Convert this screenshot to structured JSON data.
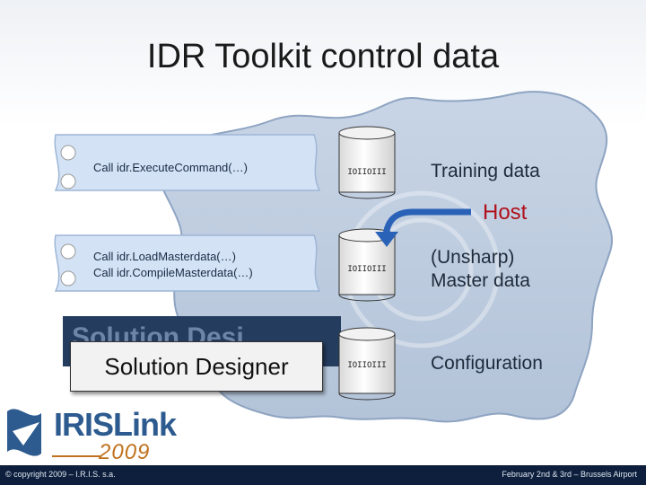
{
  "title": "IDR Toolkit control data",
  "scrolls": [
    {
      "lines": [
        "Call idr.ExecuteCommand(…)"
      ]
    },
    {
      "lines": [
        "Call idr.LoadMasterdata(…)",
        "Call idr.CompileMasterdata(…)"
      ]
    }
  ],
  "databases": [
    {
      "label": "IOIIOIII"
    },
    {
      "label": "IOIIOIII"
    },
    {
      "label": "IOIIOIII"
    }
  ],
  "right_labels": {
    "training": "Training data",
    "host": "Host",
    "master_line1": "(Unsharp)",
    "master_line2": "Master data",
    "configuration": "Configuration"
  },
  "designer": {
    "shadow_text": "Solution Desi",
    "button_label": "Solution Designer"
  },
  "logo": {
    "name": "IRISLink",
    "year": "2009"
  },
  "footer": {
    "left": "© copyright 2009 – I.R.I.S. s.a.",
    "right": "February 2nd & 3rd – Brussels Airport"
  },
  "colors": {
    "host": "#b0101a",
    "blob_fill": "#b9c9dd",
    "scroll_fill": "#d3e3f5",
    "arrow": "#2a62b8",
    "footer_bg": "#0d1f3c"
  }
}
